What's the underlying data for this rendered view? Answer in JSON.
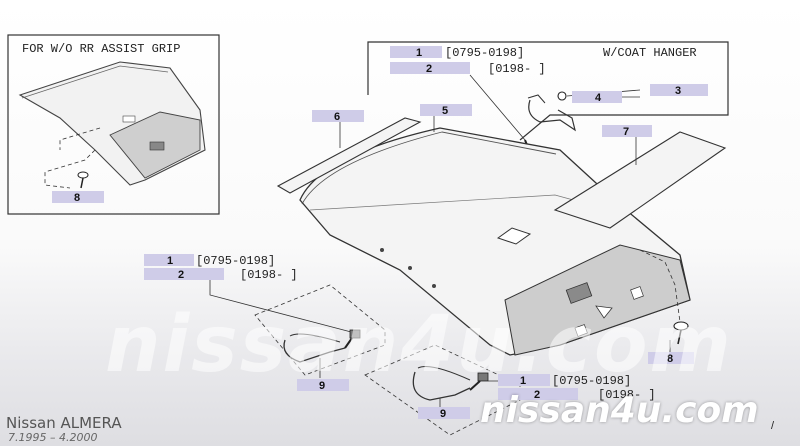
{
  "inset": {
    "title": "FOR W/O RR ASSIST GRIP"
  },
  "coat_hanger": {
    "title": "W/COAT HANGER"
  },
  "date_ranges": {
    "range_a": "[0795-0198]",
    "range_b": "[0198-      ]"
  },
  "callouts": {
    "c1": "1",
    "c2": "2",
    "c3": "3",
    "c4": "4",
    "c5": "5",
    "c6": "6",
    "c7": "7",
    "c8": "8",
    "c9": "9"
  },
  "footer": {
    "model": "Nissan  ALMERA",
    "years": "7.1995  –  4.2000",
    "page_mark": "/"
  },
  "watermark": {
    "big": "nissan4u.com",
    "small": "nissan4u.com"
  }
}
